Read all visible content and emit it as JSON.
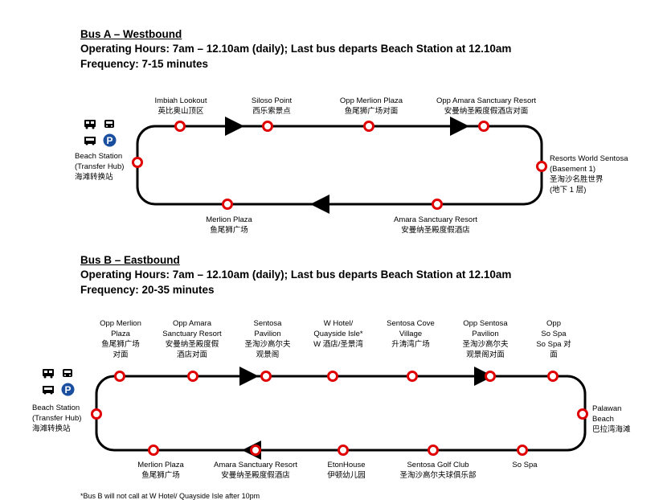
{
  "bus_a": {
    "title": "Bus A – Westbound",
    "hours": "Operating Hours: 7am – 12.10am (daily); Last bus departs Beach Station at 12.10am",
    "frequency": "Frequency: 7-15 minutes",
    "stops": {
      "imbiah": [
        "Imbiah Lookout",
        "英比奥山顶区"
      ],
      "siloso": [
        "Siloso Point",
        "西乐索景点"
      ],
      "opp_merlion": [
        "Opp Merlion Plaza",
        "鱼尾狮广场对面"
      ],
      "opp_amara": [
        "Opp Amara Sanctuary Resort",
        "安曼纳圣殿度假酒店对面"
      ],
      "beach": [
        "Beach Station",
        "(Transfer Hub)",
        "海滩转换站"
      ],
      "rws": [
        "Resorts World Sentosa",
        "(Basement 1)",
        "圣淘沙名胜世界",
        "(地下 1 层)"
      ],
      "merlion": [
        "Merlion Plaza",
        "鱼尾狮广场"
      ],
      "amara": [
        "Amara Sanctuary Resort",
        "安曼纳圣殿度假酒店"
      ]
    }
  },
  "bus_b": {
    "title": "Bus B – Eastbound",
    "hours": "Operating Hours: 7am – 12.10am (daily); Last bus departs Beach Station at 12.10am",
    "frequency": "Frequency: 20-35 minutes",
    "stops": {
      "opp_merlion": [
        "Opp Merlion",
        "Plaza",
        "鱼尾狮广场",
        "对面"
      ],
      "opp_amara": [
        "Opp Amara",
        "Sanctuary Resort",
        "安曼纳圣殿度假",
        "酒店对面"
      ],
      "pavilion": [
        "Sentosa",
        "Pavilion",
        "圣淘沙高尔夫",
        "观景阁"
      ],
      "w_hotel": [
        "W Hotel/",
        "Quayside Isle*",
        "W 酒店/圣景湾"
      ],
      "cove": [
        "Sentosa Cove",
        "Village",
        "升涛湾广场"
      ],
      "opp_pavilion": [
        "Opp Sentosa",
        "Pavilion",
        "圣淘沙高尔夫",
        "观景阁对面"
      ],
      "opp_spa": [
        "Opp",
        "So Spa",
        "So Spa 对",
        "面"
      ],
      "beach": [
        "Beach Station",
        "(Transfer Hub)",
        "海滩转换站"
      ],
      "palawan": [
        "Palawan",
        "Beach",
        "巴拉湾海滩"
      ],
      "merlion": [
        "Merlion Plaza",
        "鱼尾狮广场"
      ],
      "amara": [
        "Amara Sanctuary Resort",
        "安曼纳圣殿度假酒店"
      ],
      "eton": [
        "EtonHouse",
        "伊顿幼儿园"
      ],
      "golf": [
        "Sentosa Golf Club",
        "圣淘沙高尔夫球俱乐部"
      ],
      "so_spa": [
        "So Spa"
      ]
    }
  },
  "footnote": "*Bus B will not call at W Hotel/ Quayside Isle after 10pm",
  "colors": {
    "stop": "#e00000",
    "line": "#000000",
    "parking": "#1a4fa0"
  },
  "icons": [
    "bus-icon",
    "tram-icon",
    "taxi-icon",
    "parking-icon"
  ],
  "parking_letter": "P"
}
